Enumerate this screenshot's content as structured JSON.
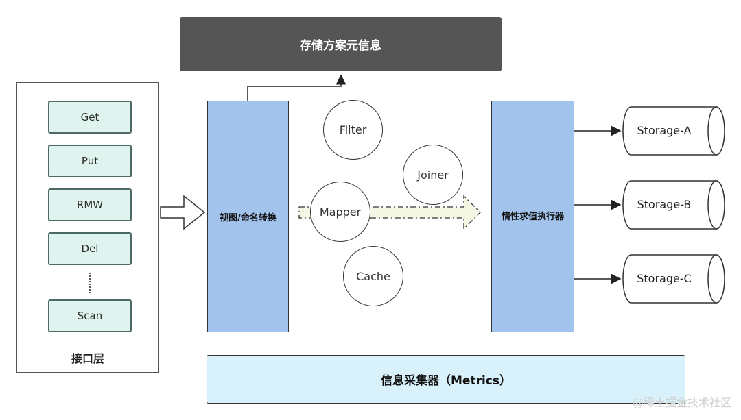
{
  "interface_layer": {
    "operations": [
      "Get",
      "Put",
      "RMW",
      "Del",
      "Scan"
    ],
    "label": "接口层"
  },
  "metadata_box": "存储方案元信息",
  "view_converter": "视图/命名转换",
  "processors": {
    "filter": "Filter",
    "joiner": "Joiner",
    "mapper": "Mapper",
    "cache": "Cache"
  },
  "lazy_executor": "惰性求值执行器",
  "storages": [
    "Storage-A",
    "Storage-B",
    "Storage-C"
  ],
  "metrics_collector": "信息采集器（Metrics）",
  "watermark": "@稀土掘金技术社区"
}
